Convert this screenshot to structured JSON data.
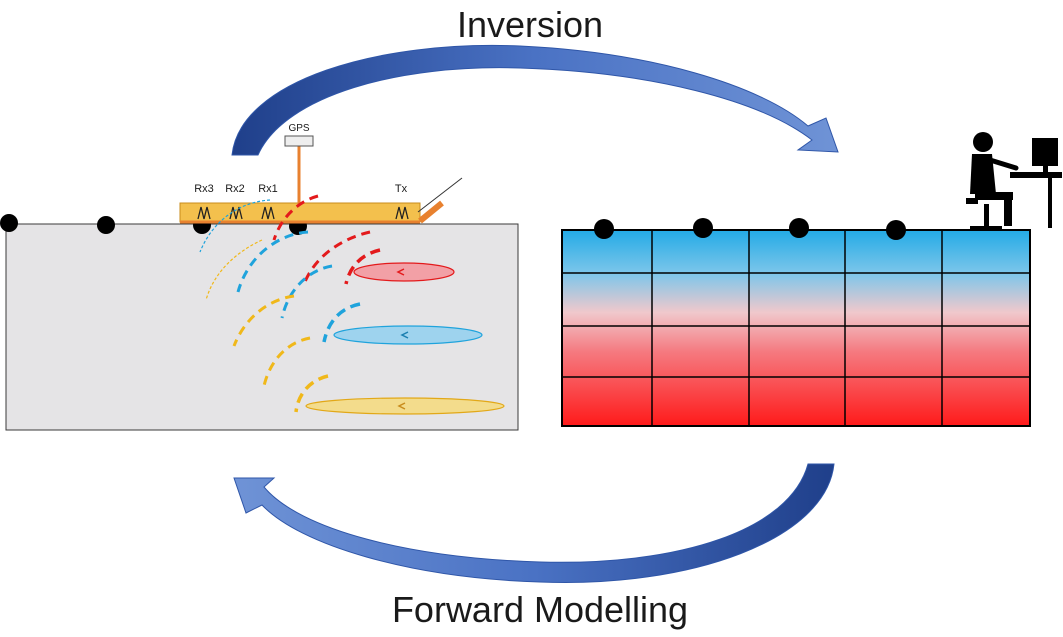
{
  "labels": {
    "top": "Inversion",
    "bottom": "Forward Modelling",
    "gps": "GPS",
    "receivers": [
      "Rx3",
      "Rx2",
      "Rx1"
    ],
    "transmitter": "Tx"
  },
  "colors": {
    "arrow": "#4a72c4",
    "arrow_dark": "#1f3f8a",
    "ground": "#e5e4e6",
    "instrument_bar": "#f3c04d",
    "cable": "#e8812f",
    "current_red": "#e31a1c",
    "current_blue": "#1fa3dc",
    "current_yellow": "#f0b81a",
    "loop_red": "#f2a0a6",
    "loop_blue": "#9ed3ee",
    "loop_yellow": "#f3dc8c",
    "model_top": "#23aae6",
    "model_mid": "#f0c8cc",
    "model_bottom": "#ff1a1a"
  },
  "model_grid": {
    "columns": 5,
    "rows": 4
  }
}
